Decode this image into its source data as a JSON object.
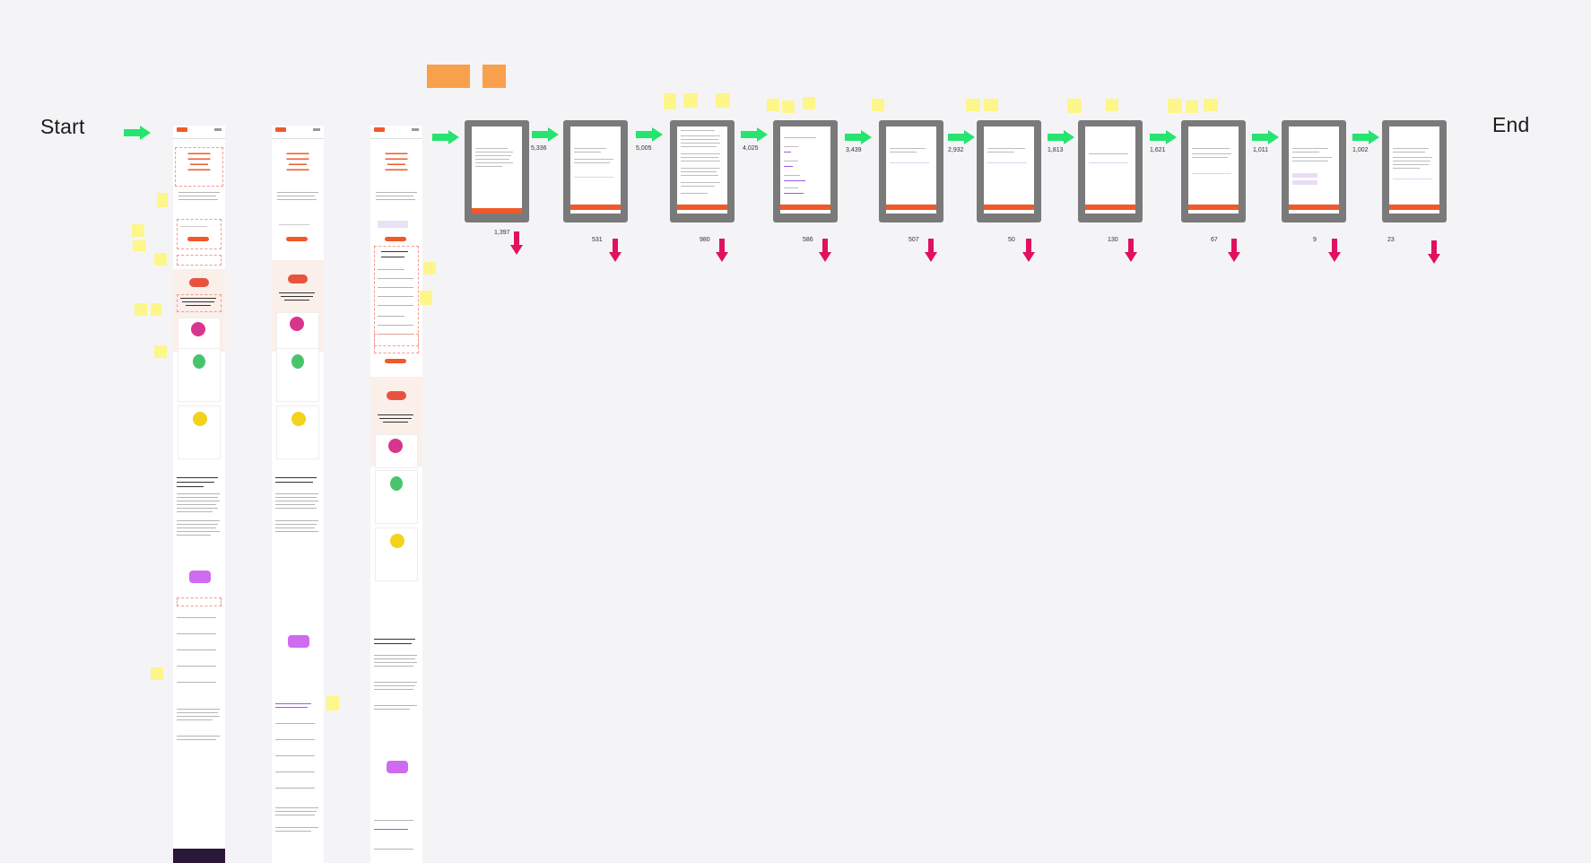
{
  "labels": {
    "start": "Start",
    "end": "End"
  },
  "funnel": {
    "forward_counts": [
      "5,336",
      "5,005",
      "4,025",
      "3,439",
      "2,932",
      "1,813",
      "1,621",
      "1,011",
      "1,002"
    ],
    "dropoff_counts": [
      "1,397",
      "531",
      "980",
      "586",
      "507",
      "50",
      "130",
      "67",
      "9",
      "23"
    ]
  },
  "colors": {
    "forward_arrow": "#25e46f",
    "dropoff_arrow": "#e0115f",
    "brand": "#f0592a",
    "phone_frame": "#7a7a7a"
  }
}
